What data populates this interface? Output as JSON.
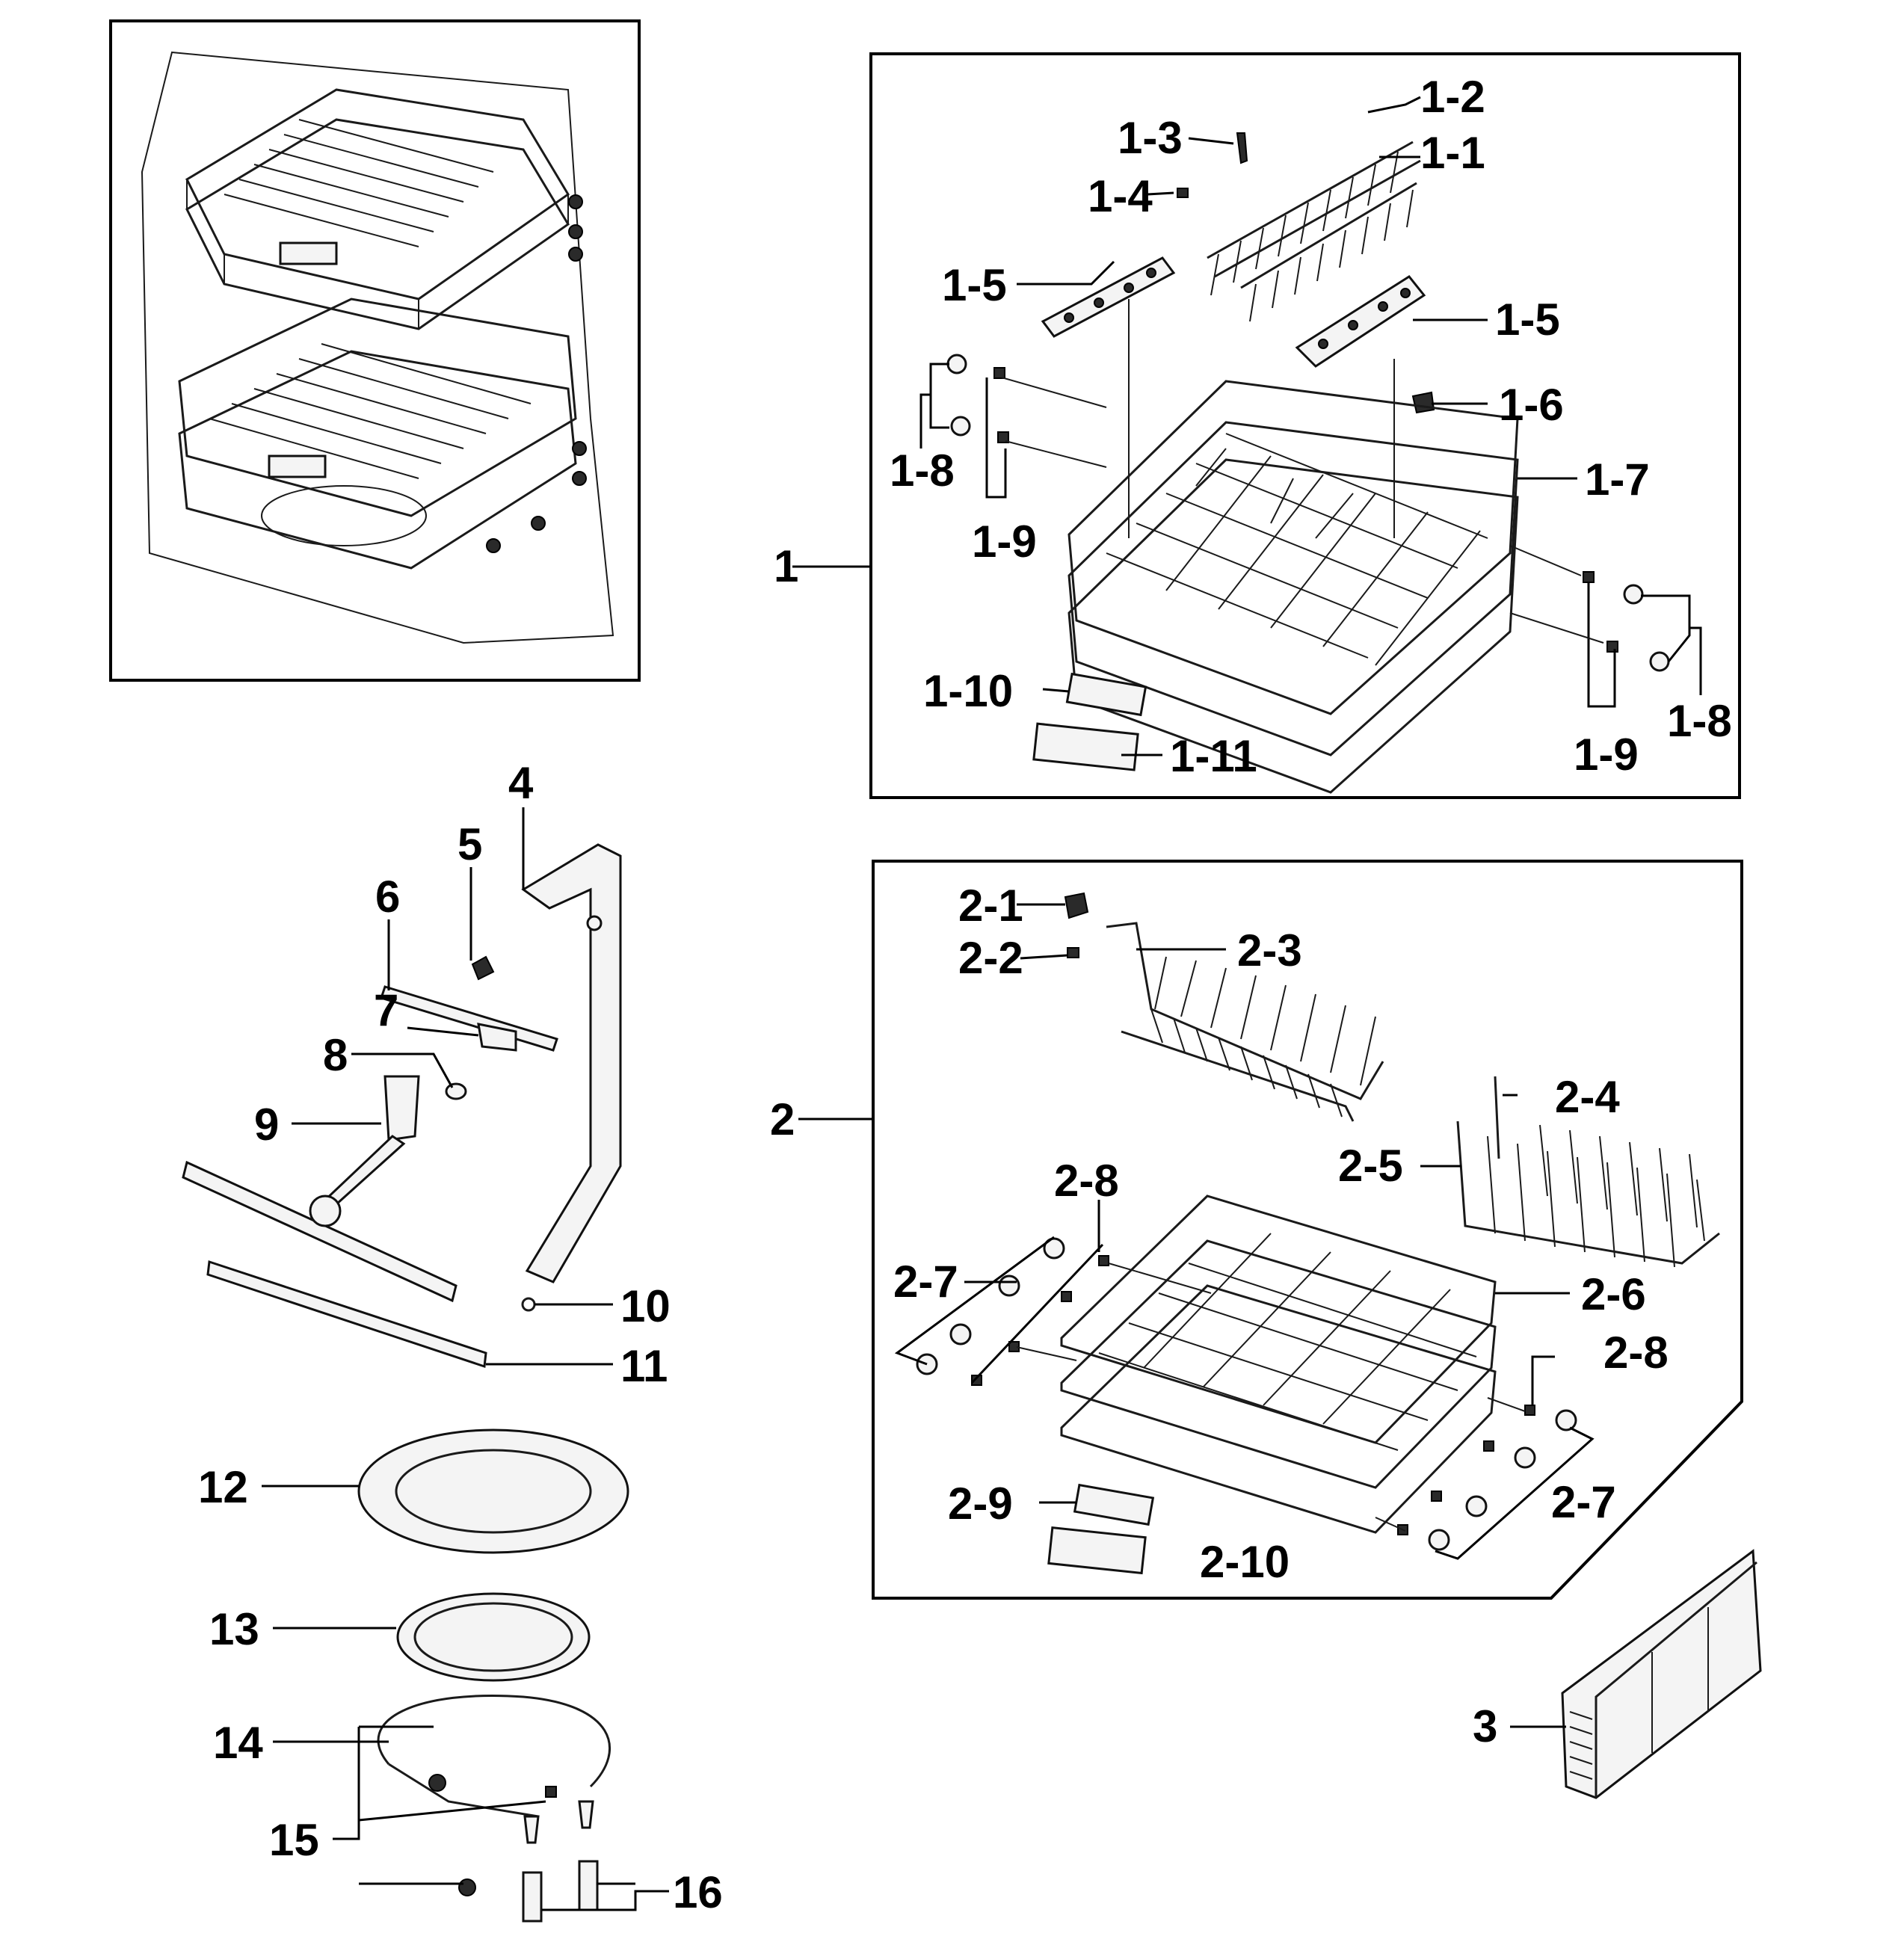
{
  "labels": {
    "g1": "1",
    "p1_1": "1-1",
    "p1_2": "1-2",
    "p1_3": "1-3",
    "p1_4": "1-4",
    "p1_5a": "1-5",
    "p1_5b": "1-5",
    "p1_6": "1-6",
    "p1_7": "1-7",
    "p1_8a": "1-8",
    "p1_8b": "1-8",
    "p1_9a": "1-9",
    "p1_9b": "1-9",
    "p1_10": "1-10",
    "p1_11": "1-11",
    "g2": "2",
    "p2_1": "2-1",
    "p2_2": "2-2",
    "p2_3": "2-3",
    "p2_4": "2-4",
    "p2_5": "2-5",
    "p2_6": "2-6",
    "p2_7a": "2-7",
    "p2_7b": "2-7",
    "p2_8a": "2-8",
    "p2_8b": "2-8",
    "p2_9": "2-9",
    "p2_10": "2-10",
    "g3": "3",
    "n4": "4",
    "n5": "5",
    "n6": "6",
    "n7": "7",
    "n8": "8",
    "n9": "9",
    "n10": "10",
    "n11": "11",
    "n12": "12",
    "n13": "13",
    "n14": "14",
    "n15": "15",
    "n16": "16"
  },
  "illustrations": {
    "overview": "dishwasher-rack-assembly",
    "group1": "upper-rack-assembly",
    "group2": "lower-rack-assembly",
    "group3": "cutlery-basket",
    "spray": "spray-arm-and-sump-parts"
  }
}
